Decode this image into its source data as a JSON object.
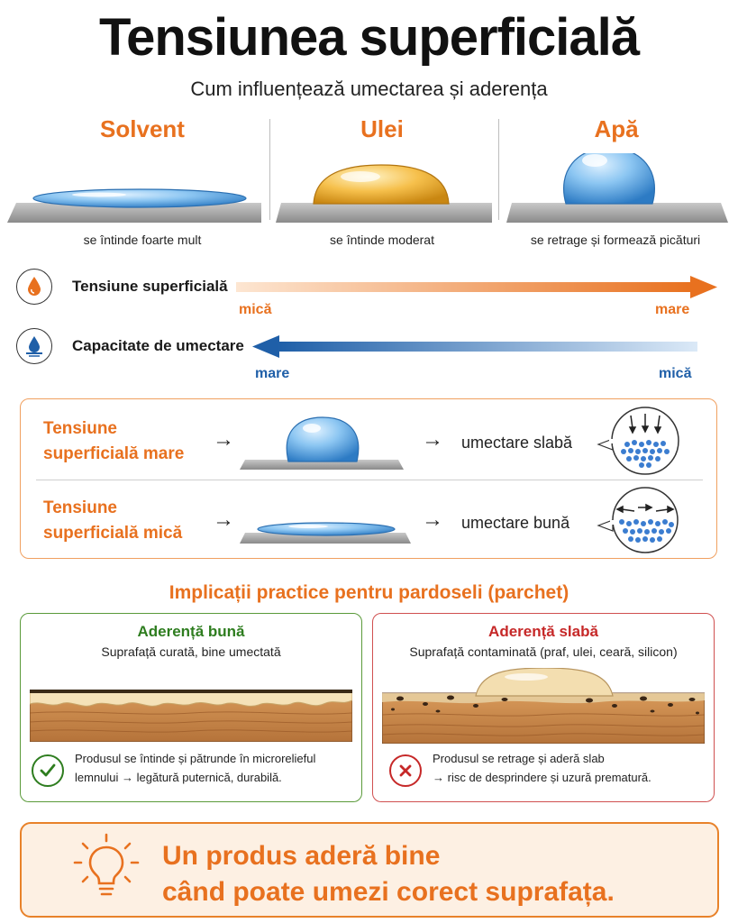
{
  "title": "Tensiunea superficială",
  "subtitle": "Cum influențează umectarea și aderența",
  "columns": [
    {
      "title": "Solvent",
      "caption": "se întinde foarte mult"
    },
    {
      "title": "Ulei",
      "caption": "se întinde moderat"
    },
    {
      "title": "Apă",
      "caption": "se retrage și formează picături"
    }
  ],
  "scales": {
    "tension": {
      "label": "Tensiune superficială",
      "start": "mică",
      "end": "mare",
      "icon": "orange-drop-icon"
    },
    "wetting": {
      "label": "Capacitate de umectare",
      "start": "mare",
      "end": "mică",
      "icon": "blue-drop-icon"
    }
  },
  "comparison": {
    "high": {
      "label_line1": "Tensiune",
      "label_line2": "superficială mare",
      "arrow1": "→",
      "arrow2": "→",
      "result": "umectare slabă"
    },
    "low": {
      "label_line1": "Tensiune",
      "label_line2": "superficială mică",
      "arrow1": "→",
      "arrow2": "→",
      "result": "umectare bună"
    }
  },
  "implications": {
    "title": "Implicații practice pentru pardoseli (parchet)",
    "good": {
      "title": "Aderență bună",
      "subtitle": "Suprafață curată, bine umectată",
      "line1": "Produsul se întinde și pătrunde în microrelieful",
      "line2": "lemnului → legătură puternică, durabilă.",
      "icon": "check-icon"
    },
    "bad": {
      "title": "Aderență slabă",
      "subtitle": "Suprafață contaminată (praf, ulei, ceară, silicon)",
      "line1": "Produsul se retrage și aderă slab",
      "line2": "→ risc de desprindere și uzură prematură.",
      "icon": "x-icon"
    }
  },
  "tip": {
    "line1": "Un produs aderă bine",
    "line2": "când poate umezi corect suprafața.",
    "icon": "lightbulb-icon"
  },
  "colors": {
    "orange": "#e8711f",
    "blue": "#1f5fa8",
    "green": "#2e7d1f",
    "red": "#c62828"
  }
}
